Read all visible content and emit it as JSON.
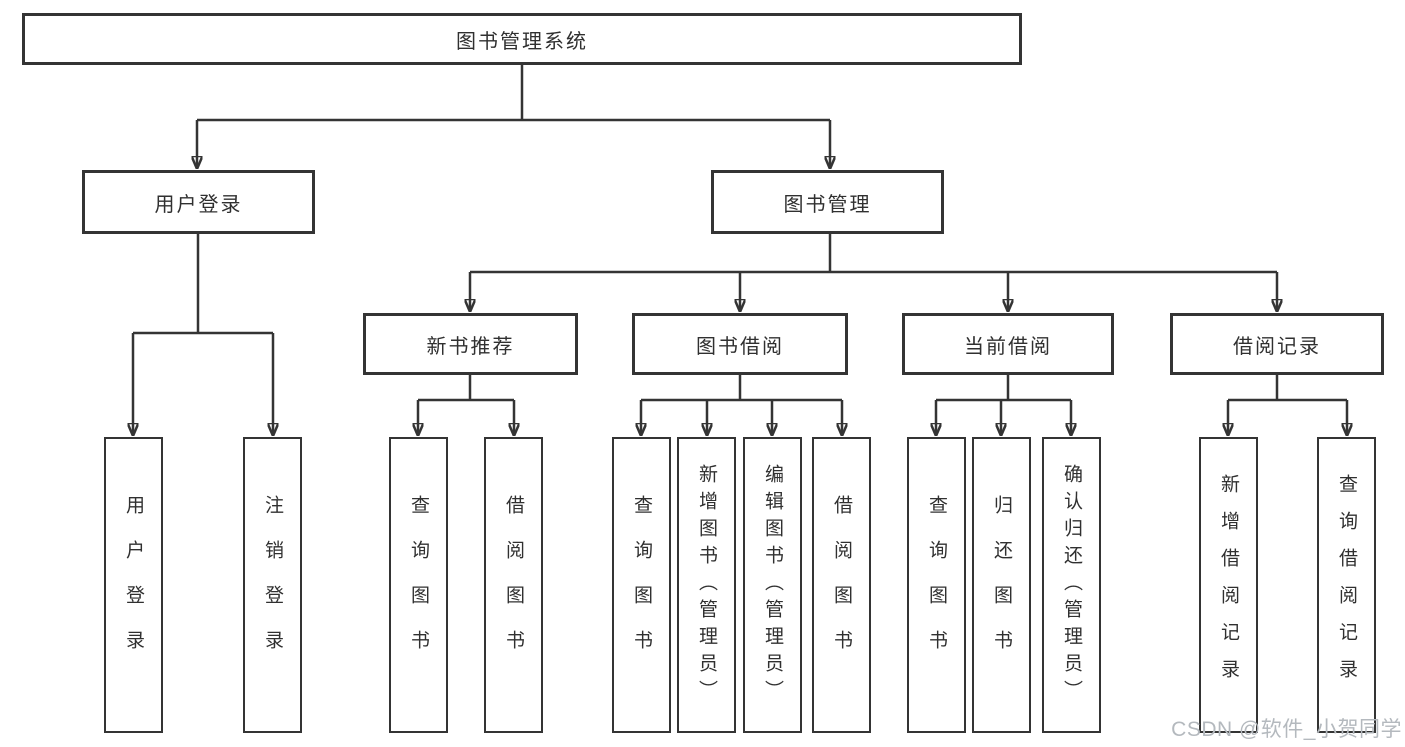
{
  "nodes": {
    "root": "图书管理系统",
    "user_login": "用户登录",
    "book_mgmt": "图书管理",
    "new_book_rec": "新书推荐",
    "book_borrow": "图书借阅",
    "current_borrow": "当前借阅",
    "borrow_records": "借阅记录",
    "leaf_user_login": "用户登录",
    "leaf_logout": "注销登录",
    "leaf_query_book_rec": "查询图书",
    "leaf_borrow_book_rec": "借阅图书",
    "leaf_query_book_borrow": "查询图书",
    "leaf_add_book_admin": "新增图书（管理员）",
    "leaf_edit_book_admin": "编辑图书（管理员）",
    "leaf_borrow_book_borrow": "借阅图书",
    "leaf_query_book_current": "查询图书",
    "leaf_return_book": "归还图书",
    "leaf_confirm_return_admin": "确认归还（管理员）",
    "leaf_add_borrow_record": "新增借阅记录",
    "leaf_query_borrow_record": "查询借阅记录"
  },
  "tree": {
    "图书管理系统": {
      "用户登录": [
        "用户登录",
        "注销登录"
      ],
      "图书管理": {
        "新书推荐": [
          "查询图书",
          "借阅图书"
        ],
        "图书借阅": [
          "查询图书",
          "新增图书（管理员）",
          "编辑图书（管理员）",
          "借阅图书"
        ],
        "当前借阅": [
          "查询图书",
          "归还图书",
          "确认归还（管理员）"
        ],
        "借阅记录": [
          "新增借阅记录",
          "查询借阅记录"
        ]
      }
    }
  },
  "watermark": "CSDN @软件_小贺同学",
  "colors": {
    "line": "#343434",
    "box_border": "#343434",
    "text": "#303030",
    "watermark": "#b4b9be",
    "background": "#ffffff"
  }
}
